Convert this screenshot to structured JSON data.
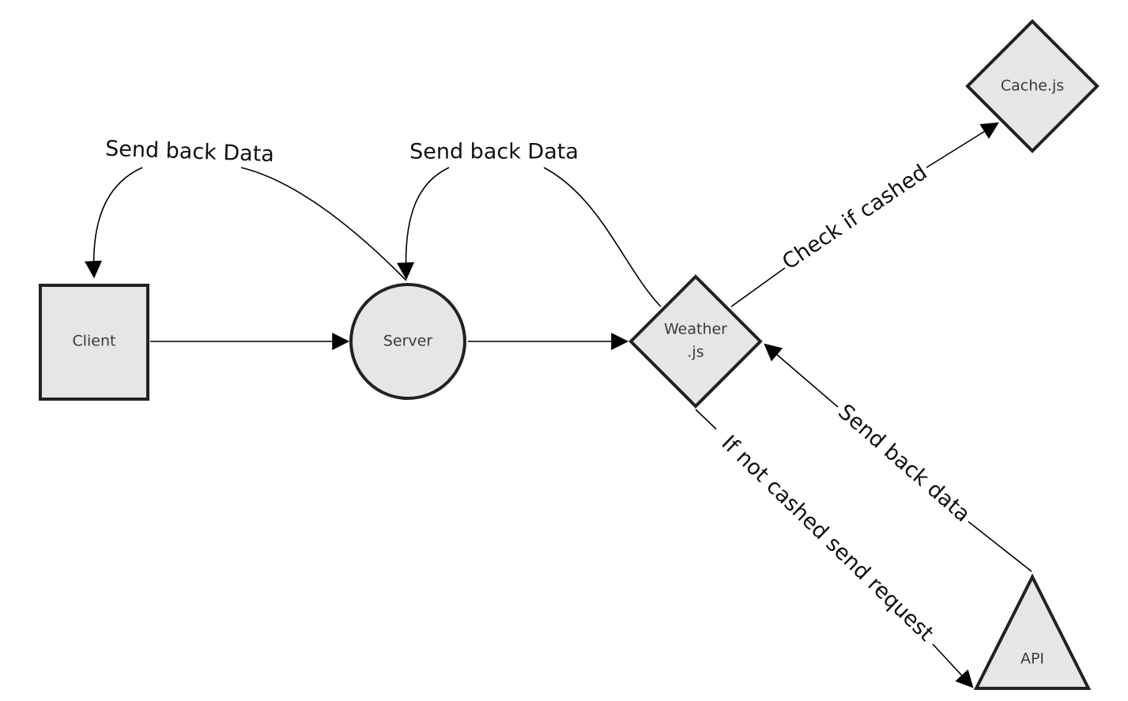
{
  "nodes": {
    "client": "Client",
    "server": "Server",
    "weather_line1": "Weather",
    "weather_line2": ".js",
    "cache": "Cache.js",
    "api": "API"
  },
  "edges": {
    "server_to_client": "Send back Data",
    "weather_to_server": "Send back Data",
    "weather_to_cache": "Check if cashed",
    "weather_to_api": "If not cashed send request",
    "api_to_weather": "Send back data"
  },
  "colors": {
    "node_fill": "#e6e6e6",
    "node_stroke": "#222222",
    "edge_stroke": "#000000"
  }
}
